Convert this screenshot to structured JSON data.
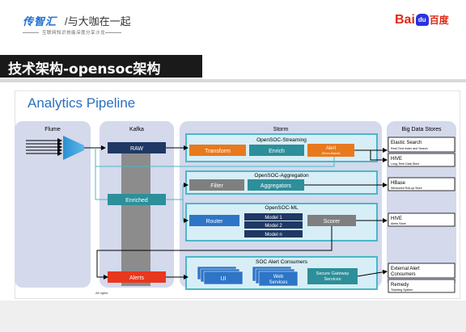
{
  "header": {
    "logo_main": "传智汇",
    "logo_tagline": "/与大咖在一起",
    "logo_sub": "互联网知识技能深度分享沙龙",
    "baidu_left": "Bai",
    "baidu_paw": "du",
    "baidu_right": "百度"
  },
  "page_title": "技术架构-opensoc架构",
  "slide": {
    "title": "Analytics Pipeline",
    "columns": {
      "flume": "Flume",
      "kafka": "Kafka",
      "storm": "Storm",
      "bigdata": "Big Data Stores"
    },
    "kafka_items": {
      "raw": "RAW",
      "enriched": "Enriched",
      "alerts": "Alerts"
    },
    "streaming": {
      "title": "OpenSOC-Streaming",
      "transform": "Transform",
      "enrich": "Enrich",
      "alert": "Alert",
      "alert_sub": "(Rules-Based)"
    },
    "aggregation": {
      "title": "OpenSOC-Aggregation",
      "filter": "Filter",
      "aggregators": "Aggregators"
    },
    "ml": {
      "title": "OpenSOC-ML",
      "router": "Router",
      "model1": "Model 1",
      "model2": "Model 2",
      "modeln": "Model n",
      "scorer": "Scorer"
    },
    "consumers": {
      "title": "SOC Alert Consumers",
      "ui": "UI",
      "web1": "Web",
      "web2": "Services",
      "gw1": "Secure Gateway",
      "gw2": "Services"
    },
    "stores": {
      "es": "Elastic Search",
      "es_sub": "Real-Time Index and Search",
      "hive": "HIVE",
      "hive_sub": "Long-Term Data Store",
      "hbase": "HBase",
      "hbase_sub": "Windowed Roll-up Store",
      "hive2": "HIVE",
      "hive2_sub": "Alerts Store",
      "ext1": "External Alert",
      "ext2": "Consumers",
      "remedy": "Remedy",
      "remedy_sub": "Ticketing System"
    },
    "footnote": "All rights"
  }
}
